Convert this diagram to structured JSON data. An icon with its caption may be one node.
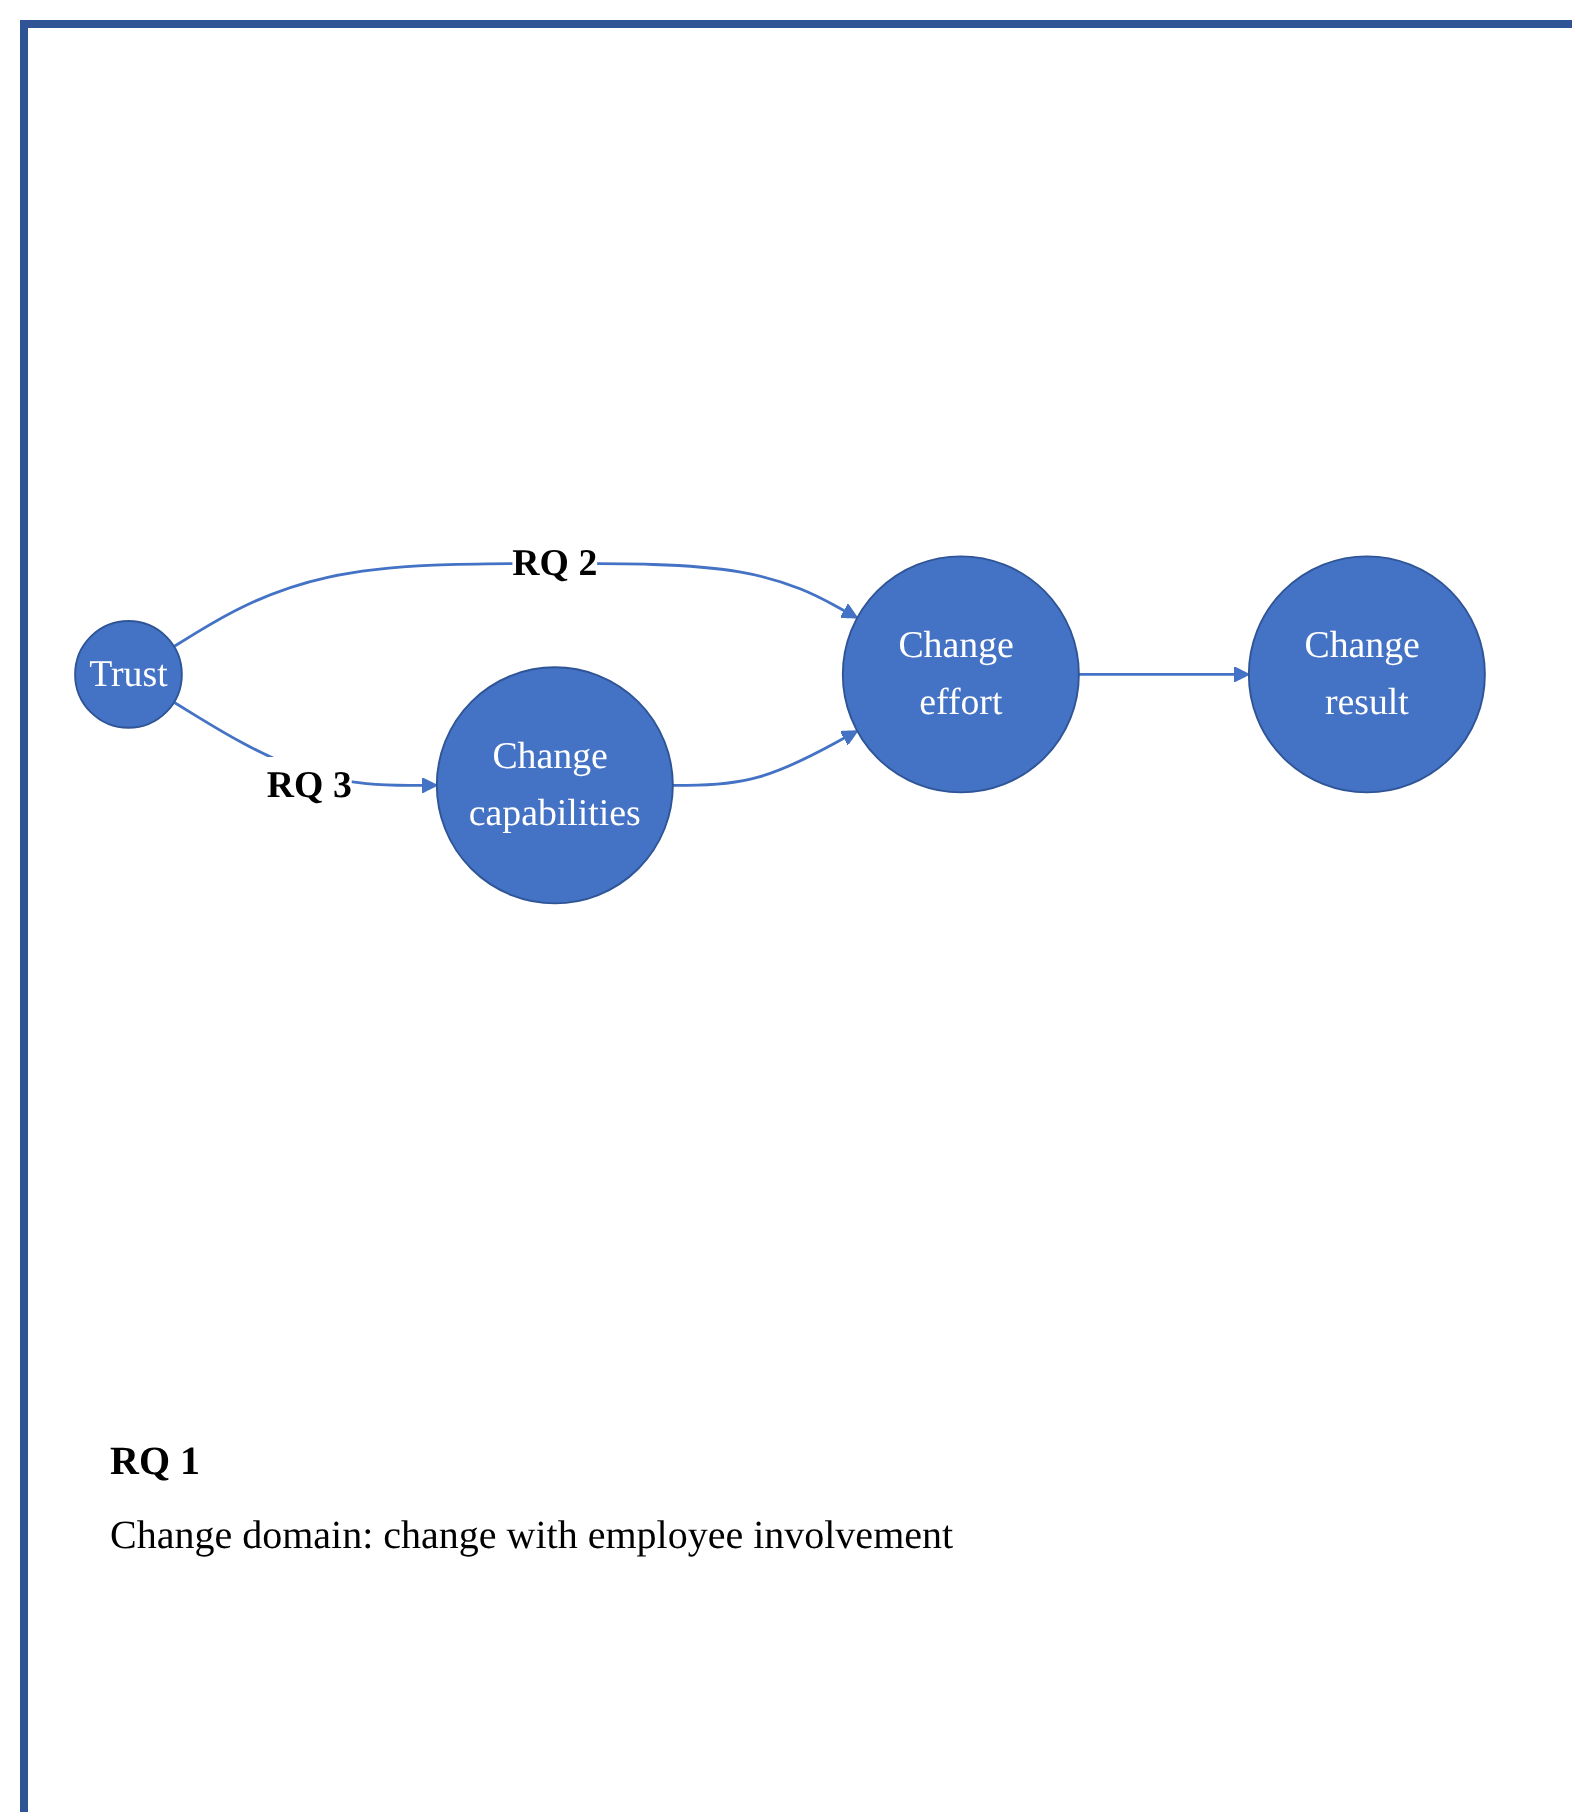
{
  "diagram": {
    "nodes": [
      {
        "text": [
          "Trust"
        ]
      },
      {
        "text": [
          "Change capabilities"
        ]
      },
      {
        "text": [
          "Change effort"
        ]
      },
      {
        "text": [
          "Change result"
        ]
      }
    ],
    "edges": [
      {
        "from": 0,
        "to": 1,
        "arrow": "to",
        "label": "RQ 3"
      },
      {
        "from": 0,
        "to": 2,
        "arrow": "to",
        "label": "RQ 2"
      },
      {
        "from": 1,
        "to": 2,
        "arrow": "to"
      },
      {
        "from": 2,
        "to": 3,
        "arrow": "to"
      }
    ],
    "labels": [
      "RQ 1",
      "Change domain: change with employee involvement"
    ]
  }
}
